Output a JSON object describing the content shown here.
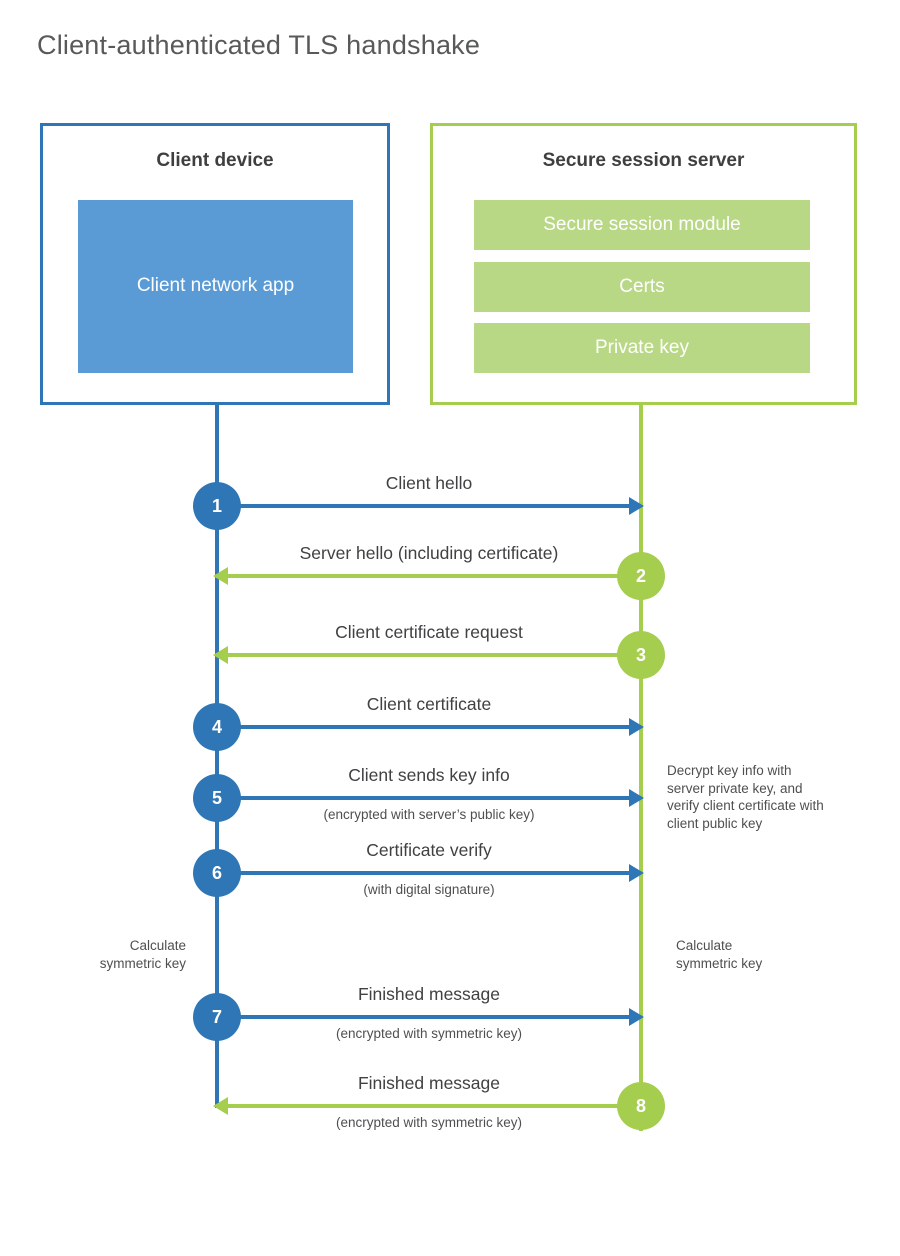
{
  "title": "Client-authenticated TLS handshake",
  "client_box": {
    "title": "Client device",
    "app_label": "Client network app"
  },
  "server_box": {
    "title": "Secure session server",
    "modules": [
      "Secure session module",
      "Certs",
      "Private key"
    ]
  },
  "messages": [
    {
      "num": "1",
      "from": "client",
      "to": "server",
      "label": "Client hello",
      "sublabel": ""
    },
    {
      "num": "2",
      "from": "server",
      "to": "client",
      "label": "Server hello (including certificate)",
      "sublabel": ""
    },
    {
      "num": "3",
      "from": "server",
      "to": "client",
      "label": "Client certificate request",
      "sublabel": ""
    },
    {
      "num": "4",
      "from": "client",
      "to": "server",
      "label": "Client certificate",
      "sublabel": ""
    },
    {
      "num": "5",
      "from": "client",
      "to": "server",
      "label": "Client sends key info",
      "sublabel": "(encrypted with server’s public key)"
    },
    {
      "num": "6",
      "from": "client",
      "to": "server",
      "label": "Certificate verify",
      "sublabel": "(with digital signature)"
    },
    {
      "num": "7",
      "from": "client",
      "to": "server",
      "label": "Finished message",
      "sublabel": "(encrypted with symmetric key)"
    },
    {
      "num": "8",
      "from": "server",
      "to": "client",
      "label": "Finished message",
      "sublabel": "(encrypted with symmetric key)"
    }
  ],
  "notes": {
    "decrypt": "Decrypt key info with server private key, and verify client certificate with client public key",
    "calc_client": "Calculate symmetric key",
    "calc_server": "Calculate symmetric key"
  },
  "colors": {
    "blue": "#2e76b6",
    "blue_fill": "#5b9bd5",
    "green": "#a5cd4e",
    "green_fill": "#b9d885"
  }
}
